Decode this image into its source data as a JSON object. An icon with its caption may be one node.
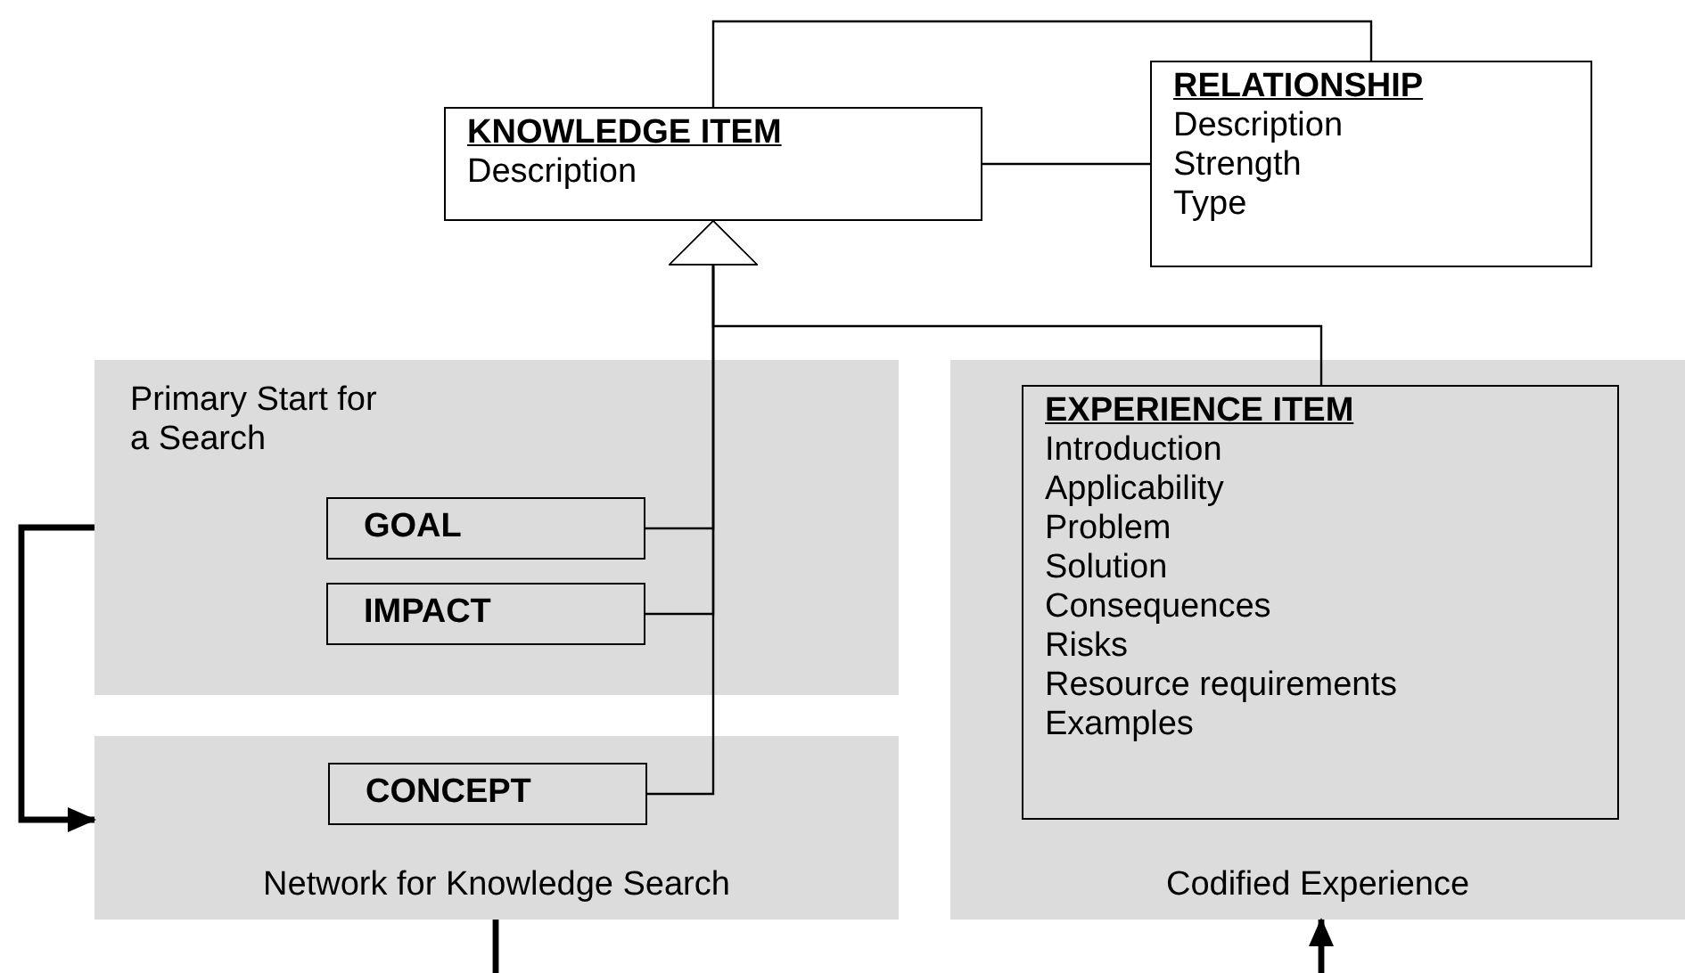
{
  "diagram": {
    "nodes": [
      {
        "text": [
          "KNOWLEDGE ITEM",
          "Description"
        ]
      },
      {
        "text": [
          "RELATIONSHIP",
          "Description",
          "Strength",
          "Type"
        ]
      },
      {
        "text": [
          "Primary Start for a Search"
        ]
      },
      {
        "text": [
          "GOAL"
        ],
        "in": 2
      },
      {
        "text": [
          "IMPACT"
        ],
        "in": 2
      },
      {
        "text": [
          "Network for Knowledge Search"
        ]
      },
      {
        "text": [
          "CONCEPT"
        ],
        "in": 5
      },
      {
        "text": [
          "Codified Experience"
        ]
      },
      {
        "text": [
          "EXPERIENCE ITEM",
          "Introduction",
          "Applicability",
          "Problem",
          "Solution",
          "Consequences",
          "Risks",
          "Resource requirements",
          "Examples"
        ],
        "in": 7
      }
    ],
    "edges": [
      {
        "from": 0,
        "to": 1,
        "arrow": "none"
      },
      {
        "from": 0,
        "to": 1,
        "arrow": "none"
      },
      {
        "from": 3,
        "to": 0,
        "arrow": "to"
      },
      {
        "from": 4,
        "to": 0,
        "arrow": "to"
      },
      {
        "from": 6,
        "to": 0,
        "arrow": "to"
      },
      {
        "from": 8,
        "to": 0,
        "arrow": "to"
      },
      {
        "from": 2,
        "to": 5,
        "arrow": "to",
        "style": "thick"
      },
      {
        "from": 5,
        "to": null,
        "arrow": "none",
        "style": "thick"
      },
      {
        "from": null,
        "to": 7,
        "arrow": "to",
        "style": "thick"
      }
    ]
  }
}
